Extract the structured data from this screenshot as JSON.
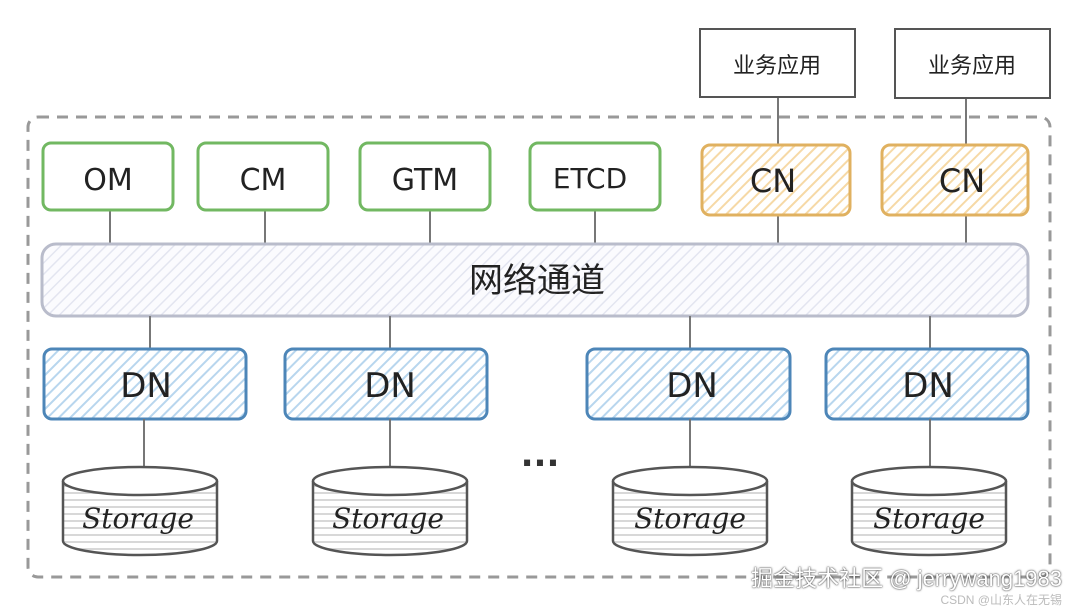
{
  "apps": [
    "业务应用",
    "业务应用"
  ],
  "top_components": [
    {
      "label": "OM",
      "kind": "green"
    },
    {
      "label": "CM",
      "kind": "green"
    },
    {
      "label": "GTM",
      "kind": "green"
    },
    {
      "label": "ETCD",
      "kind": "green"
    },
    {
      "label": "CN",
      "kind": "orange"
    },
    {
      "label": "CN",
      "kind": "orange"
    }
  ],
  "network": "网络通道",
  "data_nodes": [
    "DN",
    "DN",
    "DN",
    "DN"
  ],
  "storages": [
    "Storage",
    "Storage",
    "Storage",
    "Storage"
  ],
  "ellipsis": "...",
  "watermark": "掘金技术社区 @ jerrywang1983",
  "watermark_sub": "CSDN @山东人在无锡",
  "colors": {
    "green_border": "#72b862",
    "orange_border": "#e0b160",
    "orange_fill": "#fbe7c7",
    "blue_border": "#4d86b8",
    "blue_fill": "#cfe3f3",
    "bus_fill": "#eef0f8",
    "bus_border": "#b9bccb",
    "line": "#777777",
    "dash": "#999999"
  }
}
